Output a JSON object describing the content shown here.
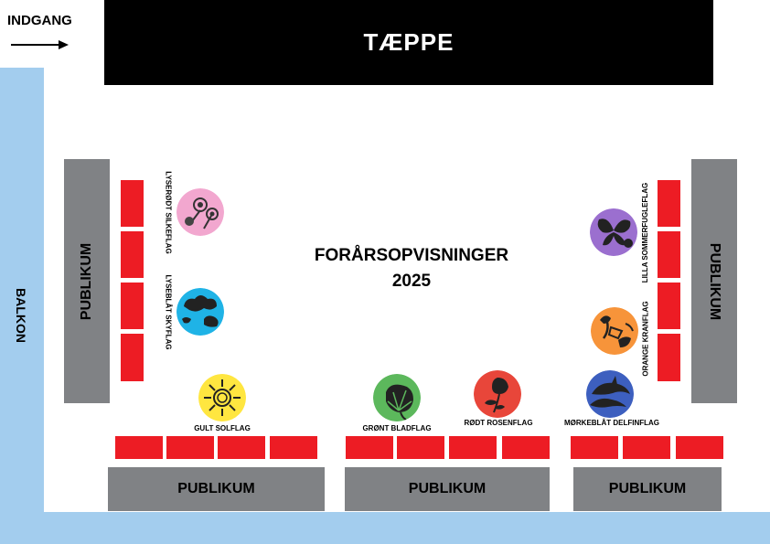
{
  "entrance": {
    "label": "INDGANG"
  },
  "curtain": {
    "label": "TÆPPE"
  },
  "balcony": {
    "label": "BALKON"
  },
  "title": {
    "line1": "FORÅRSOPVISNINGER",
    "line2": "2025"
  },
  "audience": {
    "left": "PUBLIKUM",
    "right": "PUBLIKUM",
    "bottom_left": "PUBLIKUM",
    "bottom_center": "PUBLIKUM",
    "bottom_right": "PUBLIKUM"
  },
  "flags": {
    "lyserod_silke": {
      "label": "LYSERØDT SILKEFLAG",
      "color": "#f2a7cf",
      "icon": "lollipop-icon"
    },
    "lyseblaa_sky": {
      "label": "LYSEBLÅT SKYFLAG",
      "color": "#1fb3e6",
      "icon": "cloud-icon"
    },
    "gult_sol": {
      "label": "GULT SOLFLAG",
      "color": "#ffe640",
      "icon": "sun-icon"
    },
    "gront_blad": {
      "label": "GRØNT BLADFLAG",
      "color": "#5cb85c",
      "icon": "leaf-icon"
    },
    "rodt_rose": {
      "label": "RØDT ROSENFLAG",
      "color": "#e8463a",
      "icon": "rose-icon"
    },
    "morkeblaa_delfin": {
      "label": "MØRKEBLÅT DELFINFLAG",
      "color": "#3d5fbf",
      "icon": "dolphin-icon"
    },
    "lilla_sommerfugl": {
      "label": "LILLA SOMMERFUGLEFLAG",
      "color": "#9b6fcf",
      "icon": "butterfly-icon"
    },
    "orange_kran": {
      "label": "ORANGE KRANFLAG",
      "color": "#f7943a",
      "icon": "crane-icon"
    }
  },
  "colors": {
    "balcony": "#a3cdee",
    "seat": "#ed1c24",
    "audience": "#808285",
    "curtain": "#000000"
  }
}
